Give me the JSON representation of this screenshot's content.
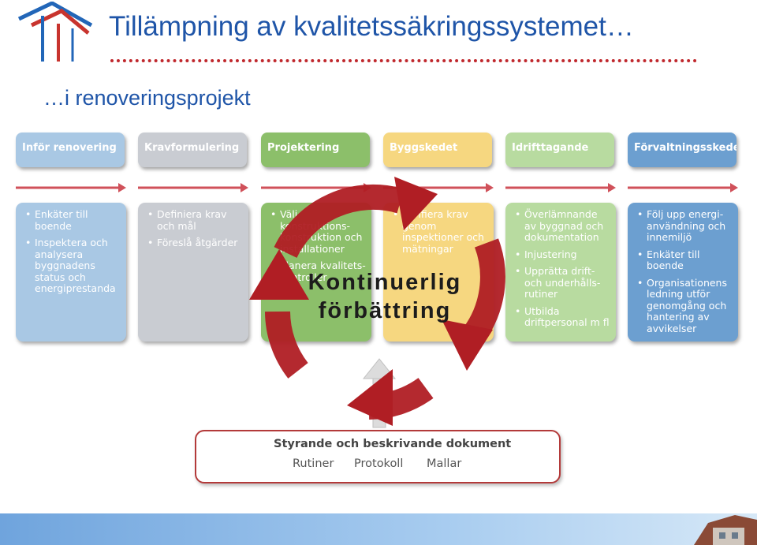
{
  "header": {
    "title": "Tillämpning av kvalitetssäkringssystemet…",
    "subtitle": "…i renoveringsprojekt"
  },
  "phases": [
    {
      "label": "Inför renovering",
      "color": "#a9c8e4"
    },
    {
      "label": "Kravformulering",
      "color": "#c9ccd2"
    },
    {
      "label": "Projektering",
      "color": "#8cbf6a"
    },
    {
      "label": "Byggskedet",
      "color": "#f6d780"
    },
    {
      "label": "Idrifttagande",
      "color": "#b8dba0"
    },
    {
      "label": "Förvaltningsskedet",
      "color": "#6c9fd0"
    }
  ],
  "columns": [
    {
      "items": [
        "Enkäter till boende",
        "Inspektera och analysera byggnadens status och energiprestanda"
      ]
    },
    {
      "items": [
        "Definiera krav och mål",
        "Föreslå åtgärder"
      ]
    },
    {
      "items": [
        "Välj konstruktions-konstruktion och installationer",
        "Planera kvalitets-kontroller"
      ]
    },
    {
      "items": [
        "Verifiera krav genom inspektioner och mätningar"
      ]
    },
    {
      "items": [
        "Överlämnande av byggnad och dokumentation",
        "Injustering",
        "Upprätta drift- och underhålls-rutiner",
        "Utbilda driftpersonal m fl"
      ]
    },
    {
      "items": [
        "Följ upp energi-användning och innemiljö",
        "Enkäter till boende",
        "Organisationens ledning utför genomgång och hantering av avvikelser"
      ]
    }
  ],
  "cycle": {
    "line1": "Kontinuerlig",
    "line2": "förbättring",
    "color": "#b01e24"
  },
  "documents": {
    "title": "Styrande och beskrivande dokument",
    "items": [
      "Rutiner",
      "Protokoll",
      "Mallar"
    ]
  },
  "icons": {
    "logo": "house-roof-logo",
    "phase_arrow": "arrow-right-icon",
    "cycle": "cycle-arrows-icon",
    "up": "arrow-up-icon"
  }
}
